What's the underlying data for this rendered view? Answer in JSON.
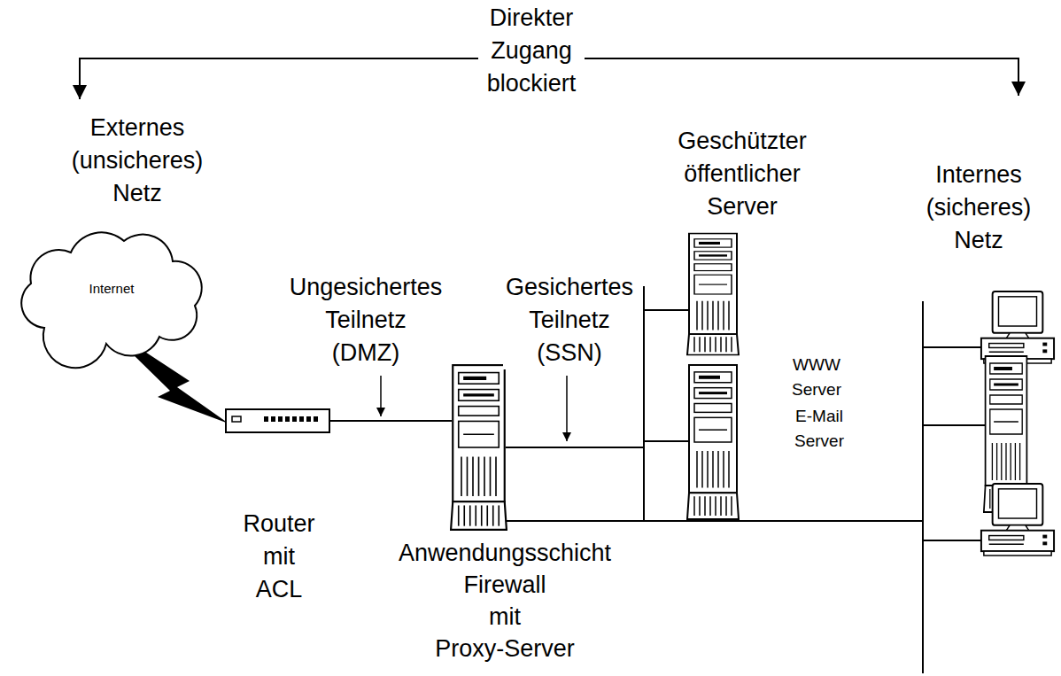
{
  "diagram": {
    "nodes": [
      {
        "text": [
          "Internet"
        ]
      }
    ],
    "labels": [
      "Direkter Zugang blockiert",
      "Externes (unsicheres) Netz",
      "Ungesichertes Teilnetz (DMZ)",
      "Gesichertes Teilnetz (SSN)",
      "Geschützter öffentlicher Server",
      "WWW Server",
      "E-Mail Server",
      "Internes (sicheres) Netz",
      "Router mit ACL",
      "Anwendungsschicht Firewall mit Proxy-Server"
    ]
  }
}
